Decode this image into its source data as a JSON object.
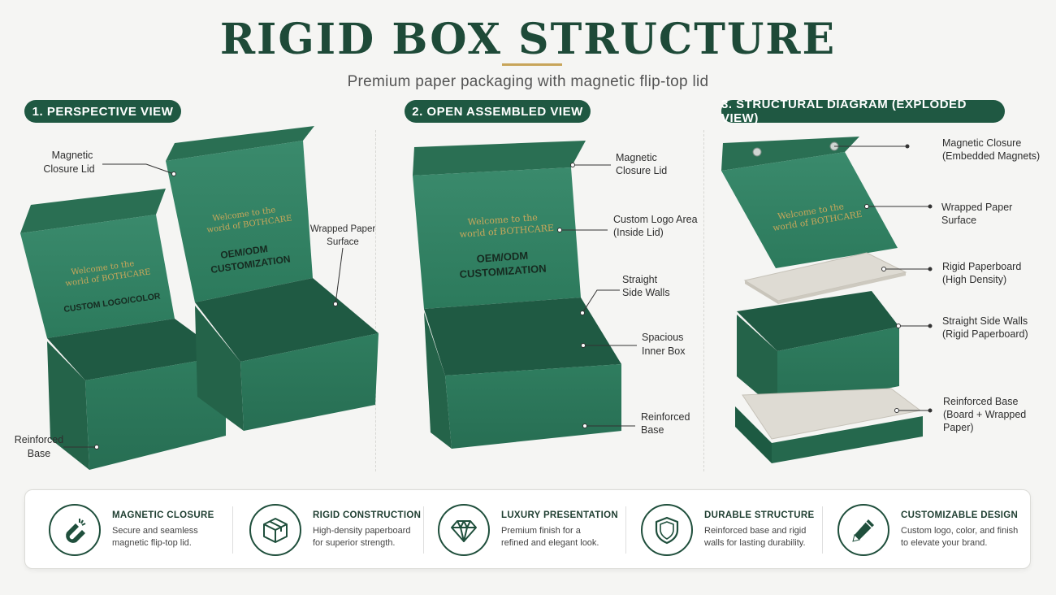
{
  "header": {
    "title": "RIGID BOX STRUCTURE",
    "subtitle": "Premium paper packaging with magnetic flip-top lid"
  },
  "colors": {
    "box_green": "#2e7a5e",
    "dark_green": "#1f5842",
    "gold": "#c8a55a",
    "board_gray": "#d9d6cf"
  },
  "sections": [
    {
      "label": "1. PERSPECTIVE VIEW"
    },
    {
      "label": "2. OPEN ASSEMBLED VIEW"
    },
    {
      "label": "3. STRUCTURAL DIAGRAM (EXPLODED VIEW)"
    }
  ],
  "box_print": {
    "welcome_line1": "Welcome to the",
    "welcome_line2": "world of BOTHCARE",
    "custom_logo": "CUSTOM LOGO/COLOR",
    "oem_line1": "OEM/ODM",
    "oem_line2": "CUSTOMIZATION"
  },
  "callouts": {
    "perspective": {
      "lid": [
        "Magnetic",
        "Closure Lid"
      ],
      "surface": [
        "Wrapped Paper",
        "Surface"
      ],
      "base": [
        "Reinforced",
        "Base"
      ]
    },
    "assembled": {
      "lid": [
        "Magnetic",
        "Closure Lid"
      ],
      "logo": [
        "Custom Logo Area",
        "(Inside Lid)"
      ],
      "walls": [
        "Straight",
        "Side Walls"
      ],
      "inner": [
        "Spacious",
        "Inner Box"
      ],
      "base": [
        "Reinforced",
        "Base"
      ]
    },
    "exploded": {
      "magnets": [
        "Magnetic Closure",
        "(Embedded Magnets)"
      ],
      "paper": [
        "Wrapped Paper",
        "Surface"
      ],
      "board": [
        "Rigid Paperboard",
        "(High Density)"
      ],
      "walls": [
        "Straight Side Walls",
        "(Rigid Paperboard)"
      ],
      "base": [
        "Reinforced Base",
        "(Board + Wrapped",
        "Paper)"
      ]
    }
  },
  "features": [
    {
      "icon": "magnet-icon",
      "title": "MAGNETIC CLOSURE",
      "desc": "Secure and seamless magnetic flip-top lid."
    },
    {
      "icon": "box-icon",
      "title": "RIGID CONSTRUCTION",
      "desc": "High-density paperboard for superior strength."
    },
    {
      "icon": "diamond-icon",
      "title": "LUXURY PRESENTATION",
      "desc": "Premium finish for a refined and elegant look."
    },
    {
      "icon": "shield-icon",
      "title": "DURABLE STRUCTURE",
      "desc": "Reinforced base and rigid walls for lasting durability."
    },
    {
      "icon": "pencil-icon",
      "title": "CUSTOMIZABLE DESIGN",
      "desc": "Custom logo, color, and finish to elevate your brand."
    }
  ]
}
